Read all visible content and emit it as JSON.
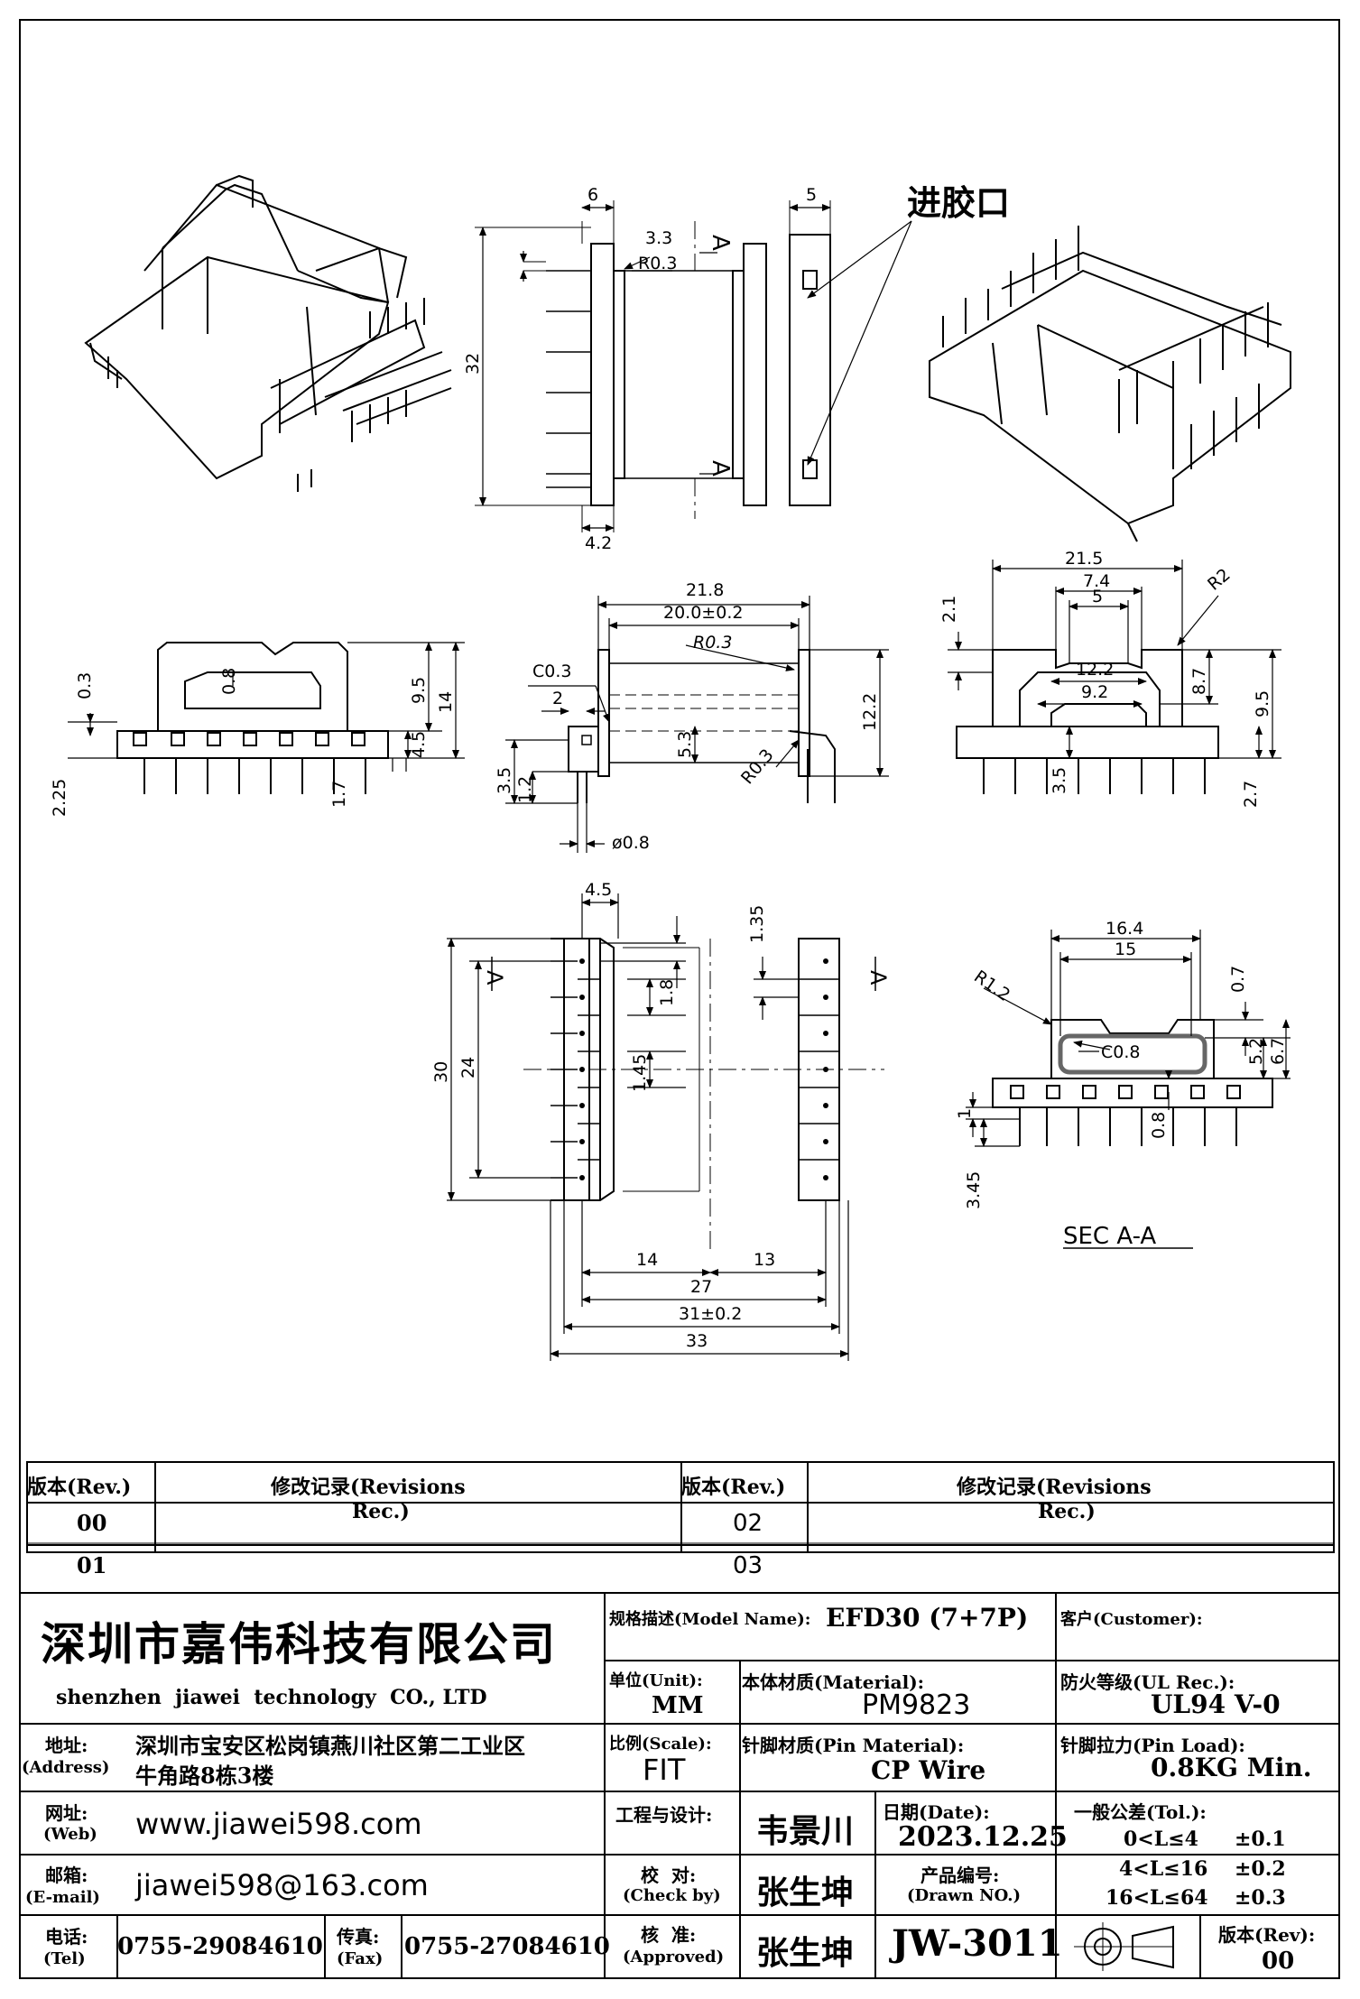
{
  "drawing": {
    "gate_label": "进胶口",
    "section_label": "SEC A-A",
    "section_mark": "A",
    "dims": {
      "top_width": "6",
      "top_side_width": "5",
      "d_3_3": "3.3",
      "r_0_3": "R0.3",
      "d_32": "32",
      "d_4_2": "4.2",
      "d_21_8": "21.8",
      "d_20_0": "20.0±0.2",
      "r0_3_front": "R0.3",
      "c0_3": "C0.3",
      "d_2": "2",
      "d_12_2_v": "12.2",
      "d_5_3": "5.3",
      "d_3_5": "3.5",
      "d_1_2": "1.2",
      "phi_0_8": "ø0.8",
      "r0_3_lower": "R0.3",
      "d_0_3": "0.3",
      "d_0_8": "0.8",
      "d_9_5_left": "9.5",
      "d_14": "14",
      "d_4_5_left": "4.5",
      "d_2_25": "2.25",
      "d_1_7": "1.7",
      "d_21_5": "21.5",
      "d_7_4": "7.4",
      "d_5": "5",
      "r_2": "R2",
      "d_2_1": "2.1",
      "d_12_2_h": "12.2",
      "d_9_2": "9.2",
      "d_8_7": "8.7",
      "d_9_5_right": "9.5",
      "d_3_5_right": "3.5",
      "d_2_7": "2.7",
      "d_4_5_bottom": "4.5",
      "d_1_35": "1.35",
      "d_1_8": "1.8",
      "d_1_45": "1.45",
      "d_30": "30",
      "d_24": "24",
      "d_14_b": "14",
      "d_13_b": "13",
      "d_27": "27",
      "d_31": "31±0.2",
      "d_33": "33",
      "d_16_4": "16.4",
      "d_15": "15",
      "r_1_2": "R1.2",
      "c_0_8": "C0.8",
      "d_0_7": "0.7",
      "d_5_2": "5.2",
      "d_6_7": "6.7",
      "d_1": "1",
      "d_0_8_sec": "0.8",
      "d_3_45": "3.45"
    }
  },
  "revisions": {
    "rev_header": "版本(Rev.)",
    "record_header_1": "修改记录(Revisions",
    "record_header_2": "Rec.)",
    "rows": [
      {
        "left": "00",
        "right": "02"
      },
      {
        "left": "01",
        "right": "03"
      }
    ]
  },
  "title_block": {
    "company_cn": "深圳市嘉伟科技有限公司",
    "company_en": "shenzhen  jiawei  technology  CO., LTD",
    "address_label": "地址:",
    "address_label_en": "(Address)",
    "address_line1": "深圳市宝安区松岗镇燕川社区第二工业区",
    "address_line2": "牛角路8栋3楼",
    "web_label": "网址:",
    "web_label_en": "(Web)",
    "web": "www.jiawei598.com",
    "email_label": "邮箱:",
    "email_label_en": "(E-mail)",
    "email": "jiawei598@163.com",
    "tel_label": "电话:",
    "tel_label_en": "(Tel)",
    "tel": "0755-29084610",
    "fax_label": "传真:",
    "fax_label_en": "(Fax)",
    "fax": "0755-27084610",
    "model_label": "规格描述(Model Name):",
    "model": "EFD30 (7+7P)",
    "customer_label": "客户(Customer):",
    "unit_label": "单位(Unit):",
    "unit": "MM",
    "material_label": "本体材质(Material):",
    "material": "PM9823",
    "ul_label": "防火等级(UL Rec.):",
    "ul": "UL94 V-0",
    "scale_label": "比例(Scale):",
    "scale": "FIT",
    "pin_material_label": "针脚材质(Pin Material):",
    "pin_material": "CP Wire",
    "pin_load_label": "针脚拉力(Pin Load):",
    "pin_load": "0.8KG Min.",
    "design_label": "工程与设计:",
    "designer": "韦景川",
    "date_label": "日期(Date):",
    "date": "2023.12.25",
    "tol_label": "一般公差(Tol.):",
    "tol": [
      {
        "range": "0<L≤4",
        "value": "±0.1"
      },
      {
        "range": "4<L≤16",
        "value": "±0.2"
      },
      {
        "range": "16<L≤64",
        "value": "±0.3"
      }
    ],
    "check_label": "校  对:",
    "check_label_en": "(Check by)",
    "checker": "张生坤",
    "drawn_label": "产品编号:",
    "drawn_label_en": "(Drawn NO.)",
    "approve_label": "核  准:",
    "approve_label_en": "(Approved)",
    "approver": "张生坤",
    "drawing_no": "JW-3011",
    "rev_label": "版本(Rev):",
    "rev": "00"
  }
}
